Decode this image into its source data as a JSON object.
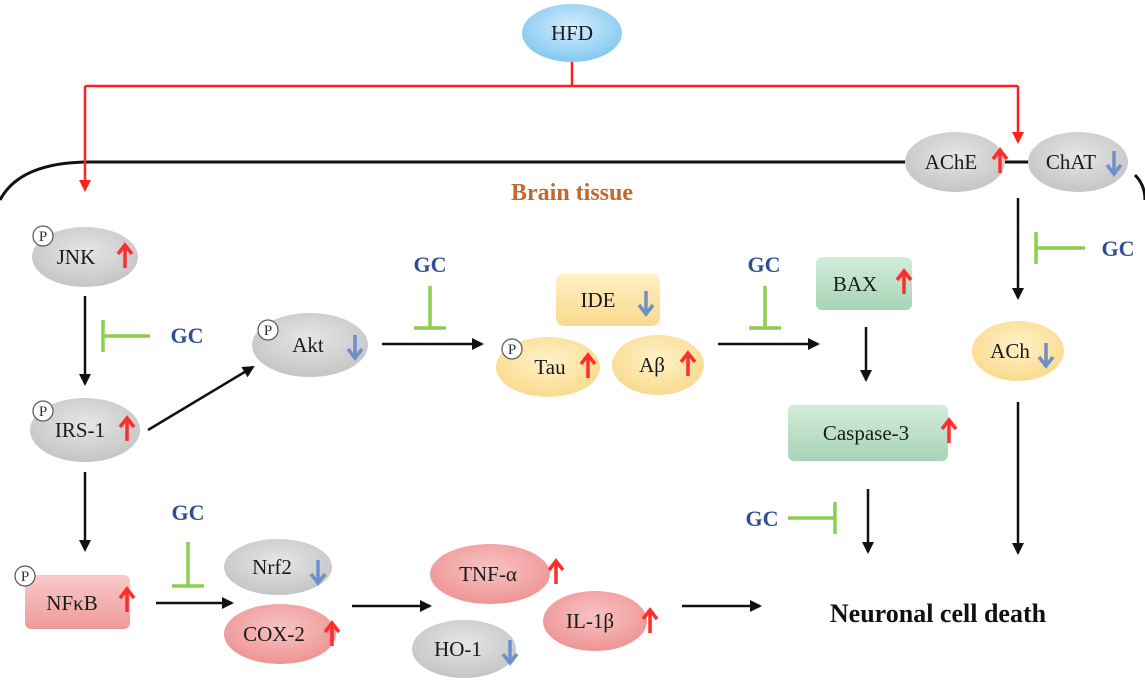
{
  "diagram": {
    "top_node": "HFD",
    "region_label": "Brain tissue",
    "outcome": "Neuronal cell death",
    "inhibitor": "GC",
    "phospho_mark": "P",
    "nodes": {
      "jnk": "JNK",
      "irs1": "IRS-1",
      "nfkb": "NFκB",
      "akt": "Akt",
      "ide": "IDE",
      "tau": "Tau",
      "abeta": "Aβ",
      "bax": "BAX",
      "caspase3": "Caspase-3",
      "ache": "AChE",
      "chat": "ChAT",
      "ach": "ACh",
      "nrf2": "Nrf2",
      "cox2": "COX-2",
      "tnfa": "TNF-α",
      "ho1": "HO-1",
      "il1b": "IL-1β"
    },
    "changes": {
      "jnk": "up",
      "irs1": "up",
      "nfkb": "up",
      "akt": "down",
      "ide": "down",
      "tau": "up",
      "abeta": "up",
      "bax": "up",
      "caspase3": "up",
      "ache": "up",
      "chat": "down",
      "ach": "down",
      "nrf2": "down",
      "cox2": "up",
      "tnfa": "up",
      "ho1": "down",
      "il1b": "up"
    },
    "colors": {
      "up_arrow": "#ff2d2d",
      "down_arrow": "#6f8fc9",
      "hfd_arrow": "#ff2020",
      "inhibit": "#8ccf4d",
      "gc_text": "#2f4f93",
      "title_text": "#c0692a",
      "gray_node": "#d4d4d4",
      "yellow_node": "#fde3a0",
      "green_node": "#b9dcc5",
      "red_node": "#f4a6a6",
      "blue_node": "#9fd2f2"
    }
  }
}
